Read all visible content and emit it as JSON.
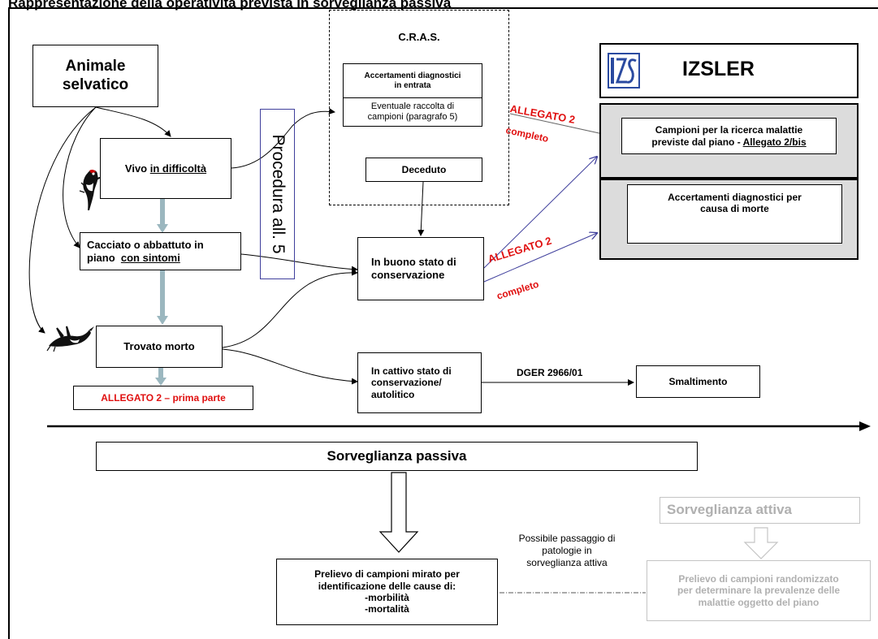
{
  "page_title": "Rappresentazione della operatività prevista in sorveglianza passiva",
  "nodes": {
    "animale": "Animale\nselvatico",
    "vivo_prefix": "Vivo ",
    "vivo_underlined": "in difficoltà",
    "cacciato_line1": "Cacciato o abbattuto in",
    "cacciato_line2_prefix": "piano  ",
    "cacciato_line2_underlined": "con sintomi",
    "trovato": "Trovato morto",
    "procedura": "Procedura all. 5",
    "cras_title": "C.R.A.S.",
    "cras_accertamenti": "Accertamenti diagnostici\nin entrata",
    "cras_raccolta": "Eventuale raccolta di\ncampioni (paragrafo 5)",
    "deceduto": "Deceduto",
    "buono": "In buono stato di\nconservazione",
    "cattivo": "In cattivo stato di\nconservazione/\nautolitico",
    "dger": "DGER 2966/01",
    "smaltimento": "Smaltimento",
    "izsler_title": "IZSLER",
    "izsler_logo": "IZS",
    "campioni_prefix": "Campioni per la ricerca malattie\npreviste dal piano - ",
    "campioni_underlined": "Allegato 2/bis",
    "accertamenti_morte": "Accertamenti diagnostici per\ncausa di morte",
    "allegato_prima": "ALLEGATO 2 –  prima parte",
    "allegato2_top": "ALLEGATO 2",
    "completo_top": "completo",
    "allegato2_mid": "ALLEGATO 2",
    "completo_mid": "completo",
    "sorveglianza_passiva": "Sorveglianza passiva",
    "sorveglianza_attiva": "Sorveglianza attiva",
    "prelievo_mirato": "Prelievo di campioni mirato per\nidentificazione delle cause di:\n-morbilità\n-mortalità",
    "possibile": "Possibile passaggio di\npatologie in\nsorveglianza attiva",
    "prelievo_random": "Prelievo di campioni randomizzato\nper determinare la prevalenze delle\nmalattie oggetto del piano"
  },
  "colors": {
    "red": "#e01010",
    "blue_arrow": "#3f3f9c",
    "gray_arrow": "#9bb7bf",
    "panel_gray": "#dcdcdc",
    "faded": "#b8b8b8",
    "logo_blue": "#2a4aa0"
  },
  "icons": [
    "woodpecker-bird-icon",
    "dead-bird-icon",
    "izs-logo-icon"
  ]
}
